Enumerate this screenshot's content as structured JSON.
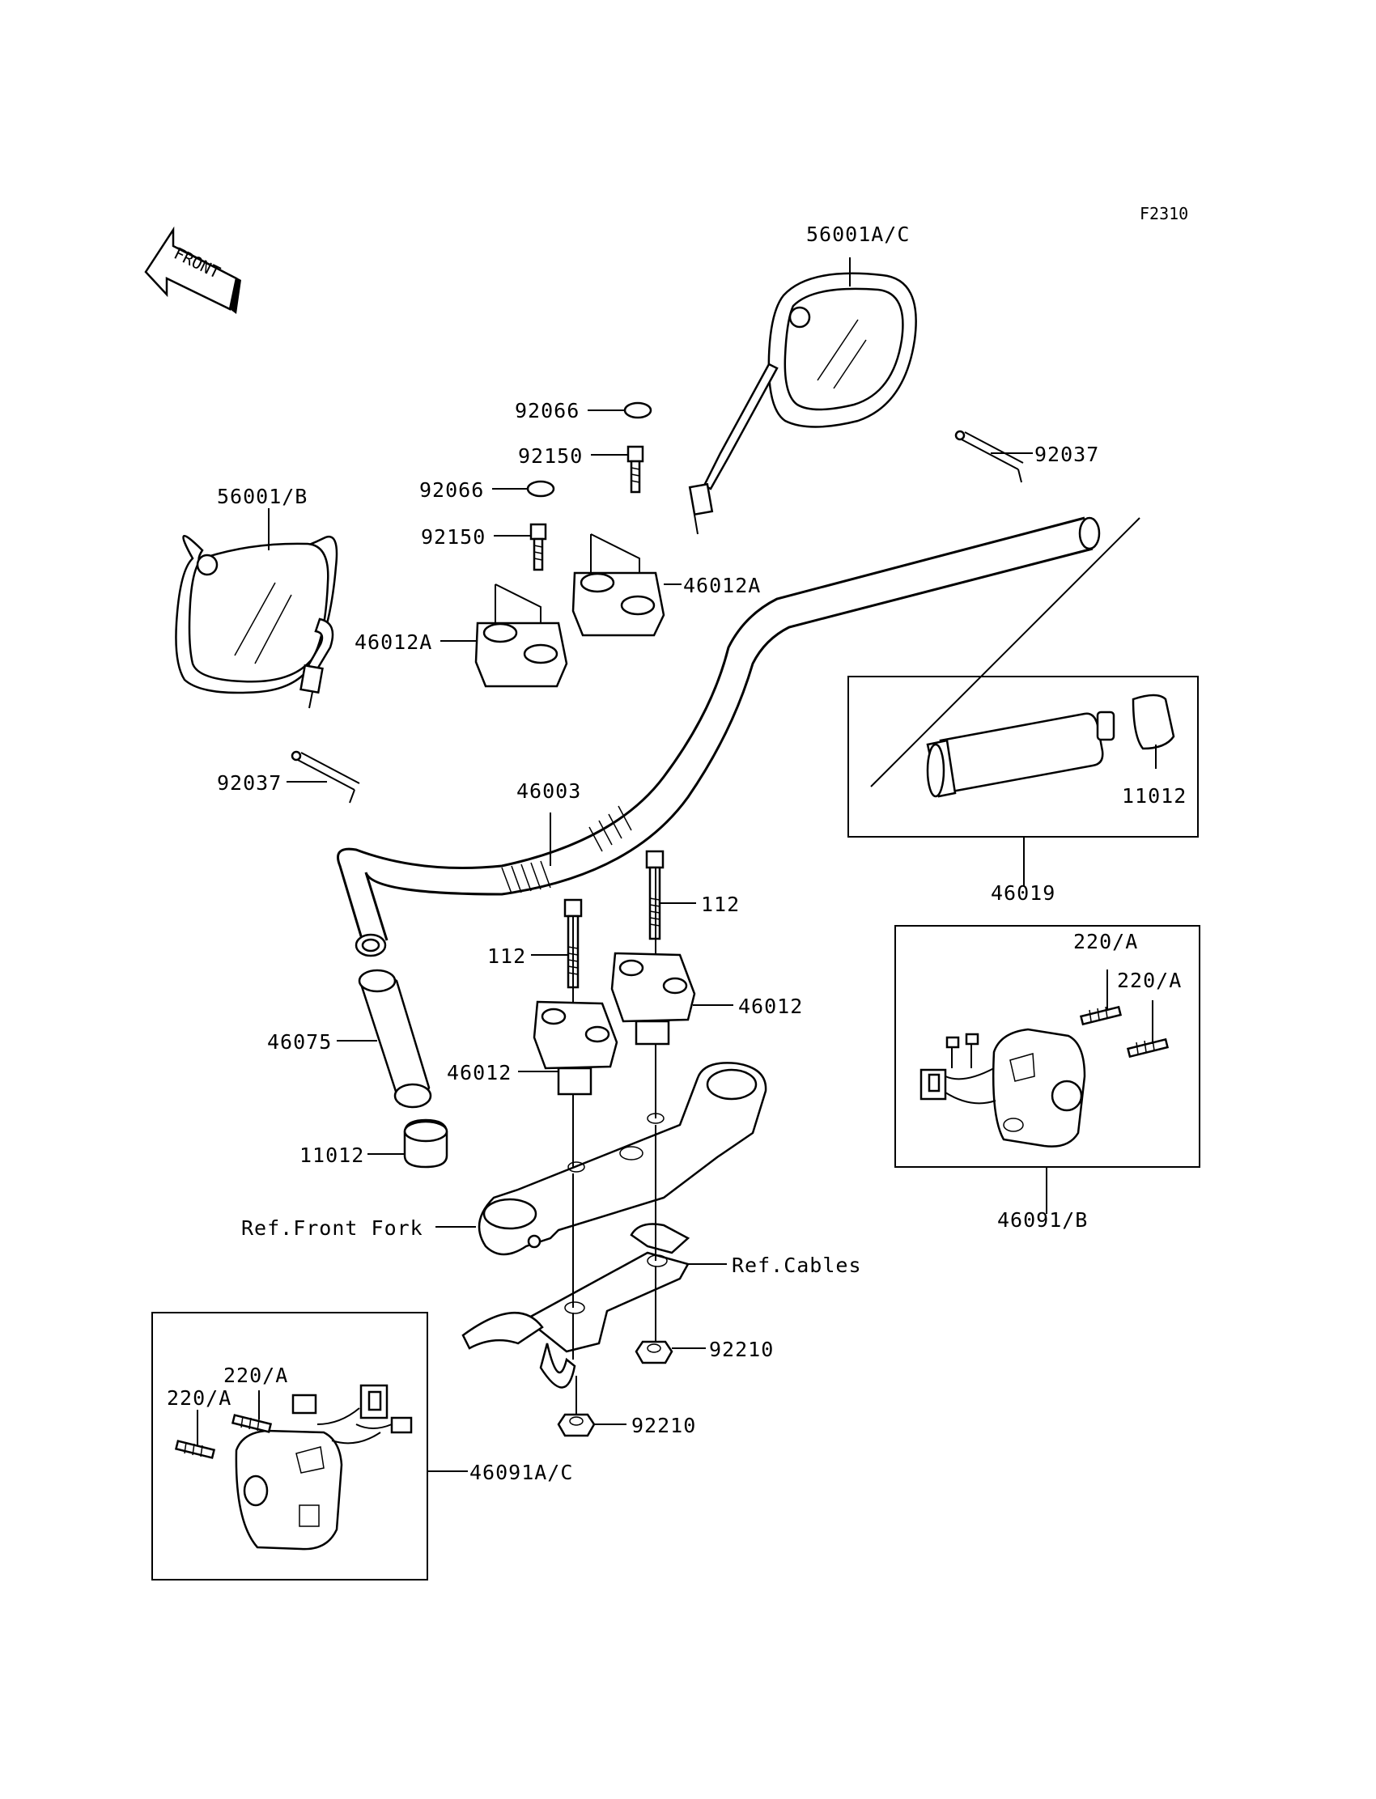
{
  "diagram": {
    "code": "F2310",
    "front_arrow_text": "FRONT",
    "labels": {
      "mirror_right": "56001A/C",
      "mirror_left": "56001/B",
      "cap_upper": "92066",
      "bolt_upper": "92150",
      "cap_lower": "92066",
      "bolt_lower": "92150",
      "clamp_upper_right": "46012A",
      "clamp_upper_left": "46012A",
      "band_right": "92037",
      "band_left": "92037",
      "handlebar": "46003",
      "grip_assy": "46019",
      "end_weight_right": "11012",
      "bolt_right": "112",
      "bolt_left": "112",
      "holder_right": "46012",
      "holder_left": "46012",
      "grip_left": "46075",
      "end_weight_left": "11012",
      "ref_front_fork": "Ref.Front Fork",
      "ref_cables": "Ref.Cables",
      "nut_upper": "92210",
      "nut_lower": "92210",
      "switch_right": "46091/B",
      "switch_right_screw_a": "220/A",
      "switch_right_screw_b": "220/A",
      "switch_left": "46091A/C",
      "switch_left_screw_a": "220/A",
      "switch_left_screw_b": "220/A"
    }
  }
}
